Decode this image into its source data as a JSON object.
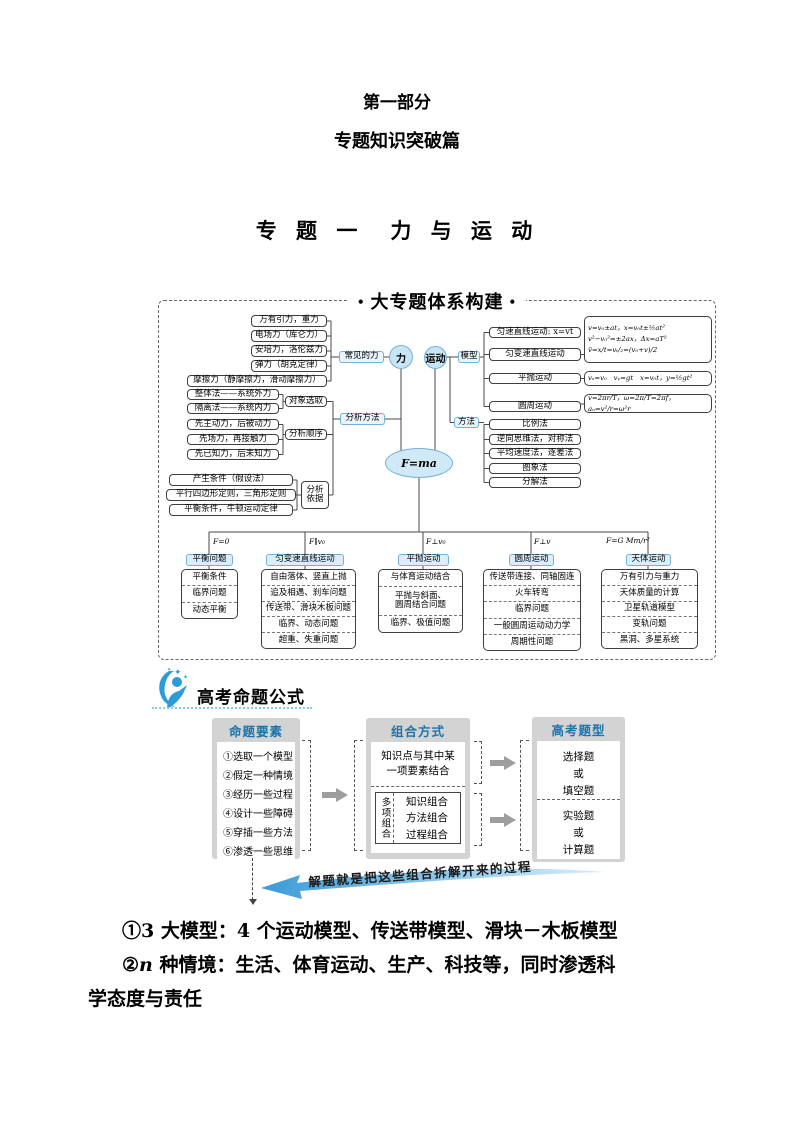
{
  "page": {
    "part_title": "第一部分",
    "section_title": "专题知识突破篇",
    "topic_title": "专 题 一　力 与 运 动"
  },
  "mindmap": {
    "header": "大专题体系构建",
    "header_bullet": "•",
    "force": "力",
    "motion": "运动",
    "center_formula": "F=ma",
    "common_forces": {
      "hub": "常见的力",
      "items": [
        "万有引力，重力",
        "电场力（库仑力）",
        "安培力，洛伦兹力",
        "弹力（胡克定律）",
        "摩擦力（静摩擦力，滑动摩擦力）"
      ]
    },
    "analysis": {
      "hub": "分析方法",
      "object": {
        "hub": "对象选取",
        "items": [
          "整体法——系统外力",
          "隔离法——系统内力"
        ]
      },
      "order": {
        "hub": "分析顺序",
        "items": [
          "先主动力，后被动力",
          "先场力，再接触力",
          "先已知力，后未知力"
        ]
      },
      "basis": {
        "hub": "分析\n依据",
        "items": [
          "产生条件（假设法）",
          "平行四边形定则，三角形定则",
          "平衡条件，牛顿运动定律"
        ]
      }
    },
    "model": {
      "hub": "模型",
      "items": [
        "匀速直线运动: x=vt",
        "匀变速直线运动",
        "平抛运动",
        "圆周运动"
      ],
      "formulas": [
        "v=v₀±at，x=v₀t±½at²\nv²−v₀²=±2ax，Δx=aT²\nv̄=x/t=vₜ/₂=(v₀+v)/2",
        "vₓ=v₀　vᵧ=gt　x=v₀t，y=½gt²",
        "v=2πr/T，ω=2π/T=2πf，aₙ=v²/r=ω²r"
      ]
    },
    "method": {
      "hub": "方法",
      "items": [
        "比例法",
        "逆向思维法，对称法",
        "平均速度法，逐差法",
        "图象法",
        "分解法"
      ]
    },
    "branches": [
      {
        "condition": "F=0",
        "title": "平衡问题",
        "items": [
          "平衡条件",
          "临界问题",
          "动态平衡"
        ]
      },
      {
        "condition": "F∥v₀",
        "title": "匀变速直线运动",
        "items": [
          "自由落体、竖直上抛",
          "追及相遇、刹车问题",
          "传送带、滑块木板问题",
          "临界、动态问题",
          "超重、失重问题"
        ]
      },
      {
        "condition": "F⊥v₀",
        "title": "平抛运动",
        "items": [
          "与体育运动结合",
          "平抛与斜面、\n圆周结合问题",
          "临界、极值问题"
        ]
      },
      {
        "condition": "F⊥v",
        "title": "圆周运动",
        "items": [
          "传送带连接、同轴固连",
          "火车转弯",
          "临界问题",
          "一般圆周运动动力学",
          "周期性问题"
        ]
      },
      {
        "condition": "F=G Mm/r²",
        "title": "天体运动",
        "items": [
          "万有引力与重力",
          "天体质量的计算",
          "卫星轨道模型",
          "变轨问题",
          "黑洞、多星系统"
        ]
      }
    ]
  },
  "exam_formula": {
    "title": "高考命题公式",
    "col1": {
      "header": "命题要素",
      "items": [
        "①选取一个模型",
        "②假定一种情境",
        "③经历一些过程",
        "④设计一些障碍",
        "⑤穿插一些方法",
        "⑥渗透一些思维"
      ]
    },
    "col2": {
      "header": "组合方式",
      "single": "知识点与其中某\n一项要素结合",
      "multi_label": "多项组合",
      "multi_items": [
        "知识组合",
        "方法组合",
        "过程组合"
      ]
    },
    "col3": {
      "header": "高考题型",
      "typeA": "选择题\n或\n填空题",
      "typeB": "实验题\n或\n计算题"
    },
    "arrow_text": "解题就是把这些组合拆解开来的过程"
  },
  "notes": {
    "line1": "①3 大模型：4 个运动模型、传送带模型、滑块－木板模型",
    "line2_prefix": "②",
    "line2_var": "n",
    "line2_rest": " 种情境：生活、体育运动、生产、科技等，同时渗透科",
    "line3": "学态度与责任"
  }
}
